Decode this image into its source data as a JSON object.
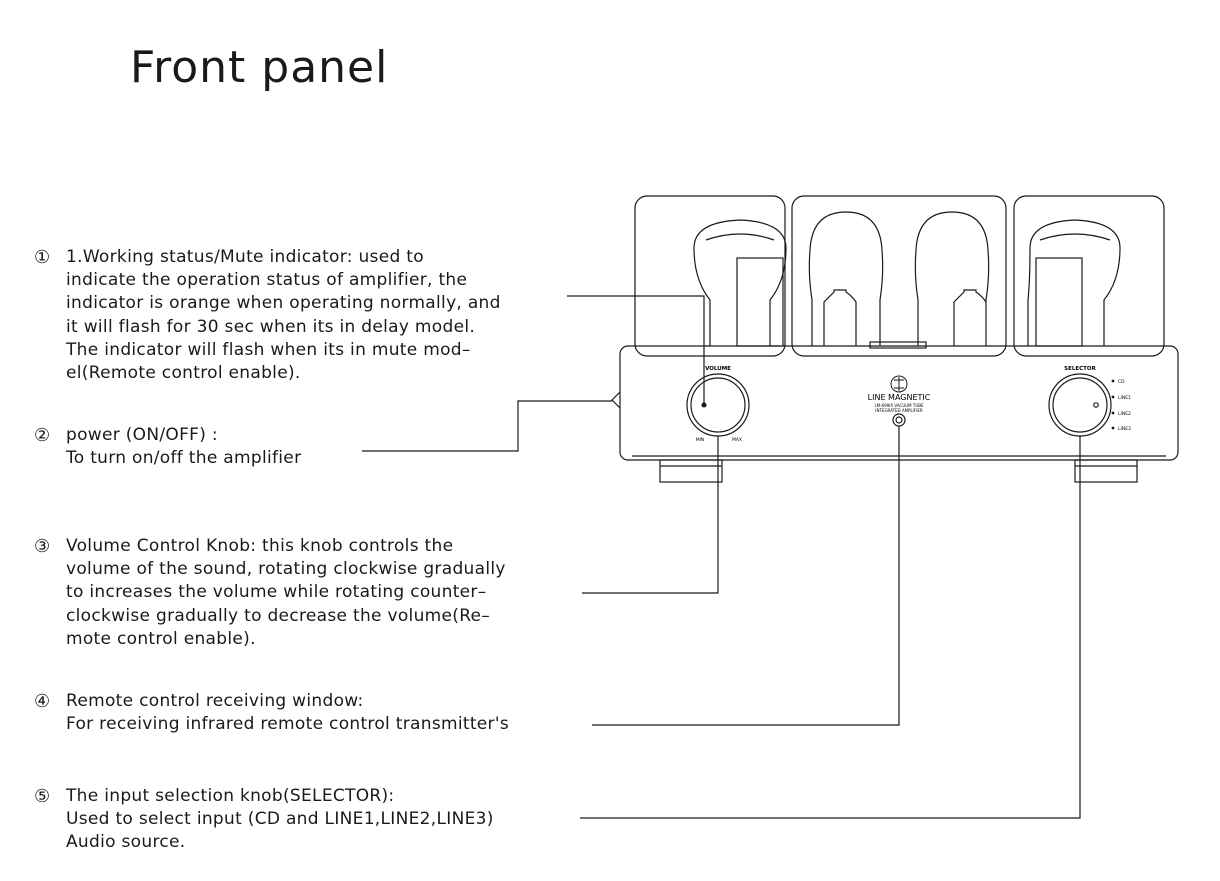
{
  "title": "Front panel",
  "callouts": [
    {
      "number": "①",
      "lines": [
        "1.Working status/Mute indicator: used to",
        "indicate the operation status of amplifier, the",
        "indicator is orange when operating normally, and",
        "it will flash for 30 sec when its in delay model.",
        "The indicator will flash when its in mute mod–",
        "el(Remote control enable)."
      ]
    },
    {
      "number": "②",
      "lines": [
        "power (ON/OFF) :",
        "To turn on/off the amplifier"
      ]
    },
    {
      "number": "③",
      "lines": [
        "Volume Control Knob: this knob controls the",
        "volume of the sound, rotating clockwise gradually",
        "to increases the volume while rotating counter–",
        "clockwise  gradually to decrease the volume(Re–",
        "mote control enable)."
      ]
    },
    {
      "number": "④",
      "lines": [
        "Remote control receiving window:",
        "For receiving infrared remote control transmitter's"
      ]
    },
    {
      "number": "⑤",
      "lines": [
        "The input selection knob(SELECTOR):",
        "Used to select input (CD and LINE1,LINE2,LINE3)",
        "Audio source."
      ]
    }
  ],
  "amplifier": {
    "volume_label": "VOLUME",
    "selector_label": "SELECTOR",
    "brand": "LINE MAGNETIC",
    "model_line1": "LM-699IA VACUUM TUBE",
    "model_line2": "INTEGRATED AMPLIFIER",
    "inputs": [
      "CD",
      "LINE1",
      "LINE2",
      "LINE3"
    ],
    "volume_min_label": "MIN",
    "volume_max_label": "MAX"
  }
}
